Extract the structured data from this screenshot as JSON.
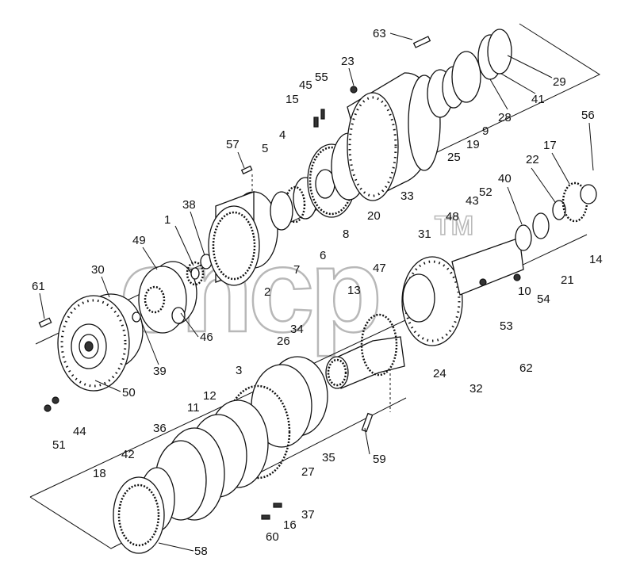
{
  "watermark": {
    "text": "cncp",
    "trademark": "TM"
  },
  "part_labels": [
    "63",
    "23",
    "45",
    "55",
    "15",
    "57",
    "4",
    "5",
    "38",
    "1",
    "49",
    "30",
    "61",
    "7",
    "6",
    "8",
    "2",
    "20",
    "33",
    "25",
    "19",
    "9",
    "28",
    "41",
    "29",
    "56",
    "17",
    "22",
    "40",
    "43",
    "52",
    "48",
    "31",
    "14",
    "21",
    "10",
    "54",
    "47",
    "13",
    "53",
    "62",
    "24",
    "32",
    "46",
    "39",
    "50",
    "3",
    "26",
    "34",
    "12",
    "11",
    "36",
    "42",
    "18",
    "44",
    "51",
    "35",
    "27",
    "59",
    "37",
    "16",
    "60",
    "58"
  ]
}
